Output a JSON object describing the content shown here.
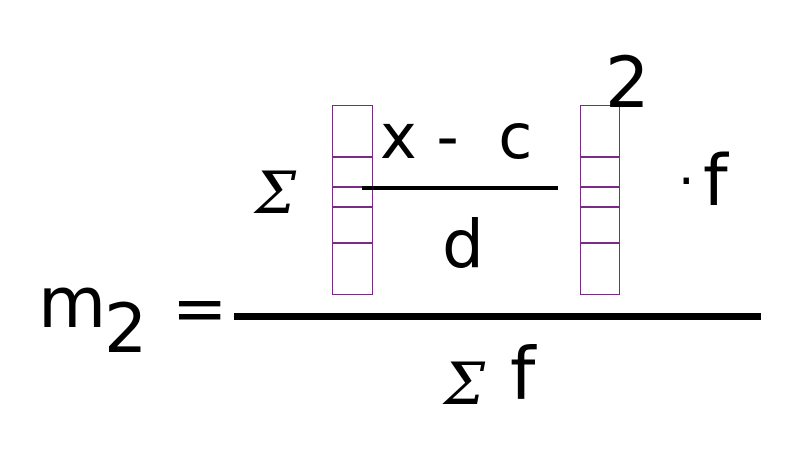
{
  "formula": {
    "lhs_symbol": "m",
    "lhs_subscript": "2",
    "equals": "=",
    "numerator": {
      "sigma": "Σ",
      "inner_numerator": "x -  c",
      "inner_denominator": "d",
      "exponent": "2",
      "dot": "·",
      "factor": "f"
    },
    "denominator": {
      "sigma": "Σ",
      "factor": "f"
    }
  },
  "colors": {
    "ink": "#000000",
    "placeholder_box": "#7a2b86",
    "background": "#ffffff"
  }
}
